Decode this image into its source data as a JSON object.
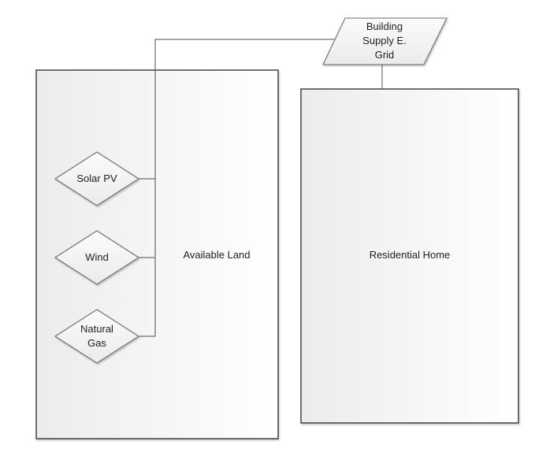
{
  "diagram": {
    "nodes": {
      "building_supply_grid": {
        "type": "parallelogram",
        "label_lines": [
          "Building",
          "Supply E.",
          "Grid"
        ]
      },
      "available_land": {
        "type": "rectangle",
        "label": "Available Land"
      },
      "residential_home": {
        "type": "rectangle",
        "label": "Residential Home"
      },
      "solar_pv": {
        "type": "diamond",
        "label": "Solar PV"
      },
      "wind": {
        "type": "diamond",
        "label": "Wind"
      },
      "natural_gas": {
        "type": "diamond",
        "label_lines": [
          "Natural",
          "Gas"
        ]
      }
    },
    "colors": {
      "background": "#ffffff",
      "rect_border": "#454545",
      "shape_border": "#6b6b6b",
      "connector": "#4d4d4d",
      "fill_gray": "#ececec",
      "fill_white": "#ffffff",
      "text": "#1f1f1f"
    }
  }
}
